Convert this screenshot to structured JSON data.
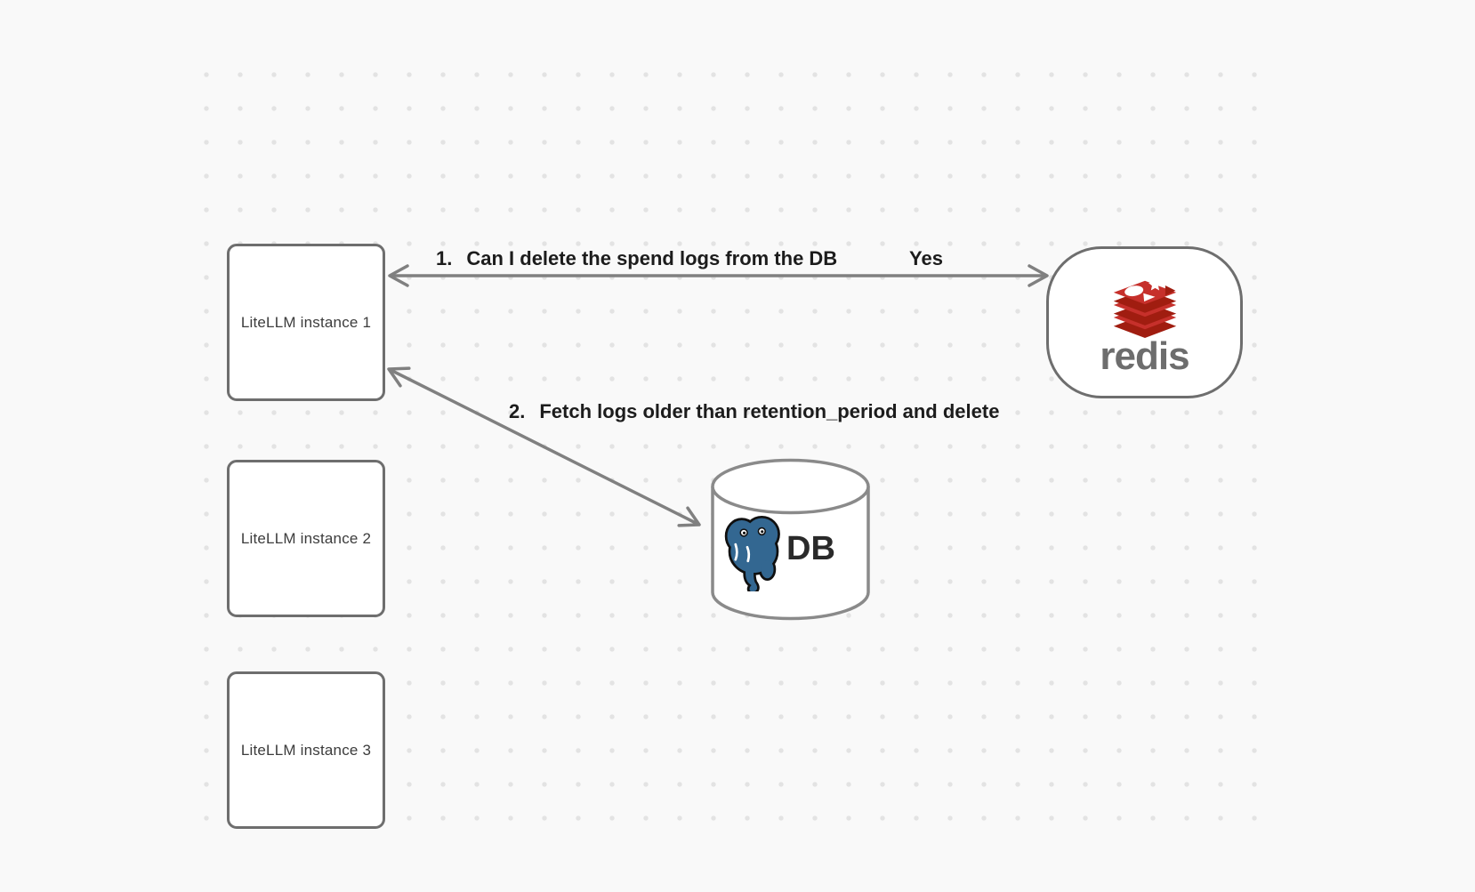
{
  "diagram": {
    "background_color": "#f9f9f9",
    "dot_color": "#e3e3e3",
    "shape_border_color": "#6e6e6e",
    "arrow_color": "#808080"
  },
  "nodes": {
    "instances": [
      {
        "label": "LiteLLM instance 1"
      },
      {
        "label": "LiteLLM instance 2"
      },
      {
        "label": "LiteLLM instance 3"
      }
    ],
    "redis": {
      "label": "redis",
      "icon": "redis-logo",
      "colors": {
        "red": "#C6302B",
        "dark_red": "#A01D10",
        "wordmark": "#6d6d6d"
      }
    },
    "db": {
      "label": "DB",
      "icon": "postgresql-elephant",
      "colors": {
        "blue": "#336791",
        "outline": "#101010"
      }
    }
  },
  "edges": [
    {
      "number": "1.",
      "text": "Can I delete the spend logs from the DB",
      "response": "Yes",
      "from": "litellm-instance-1",
      "to": "redis",
      "direction": "bidirectional"
    },
    {
      "number": "2.",
      "text": "Fetch logs older than retention_period and delete",
      "from": "litellm-instance-1",
      "to": "db",
      "direction": "bidirectional"
    }
  ]
}
